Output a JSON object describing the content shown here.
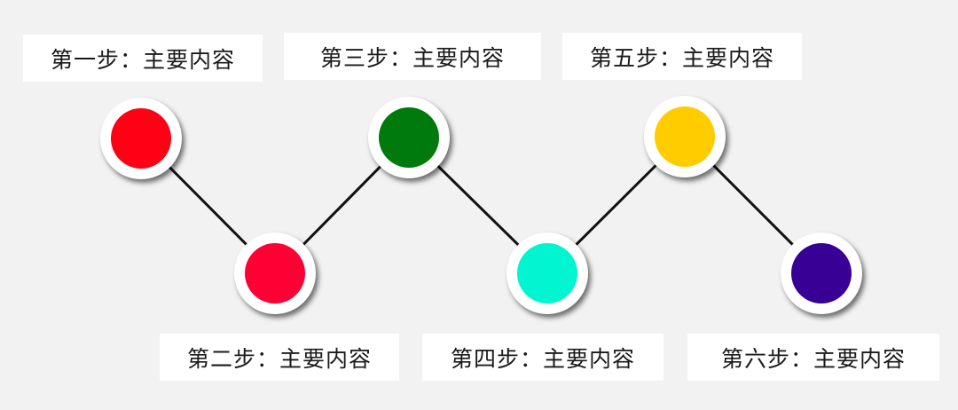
{
  "steps": [
    {
      "label": "第一步：主要内容",
      "color": "#ff0015"
    },
    {
      "label": "第二步：主要内容",
      "color": "#ff0035"
    },
    {
      "label": "第三步：主要内容",
      "color": "#007a0c"
    },
    {
      "label": "第四步：主要内容",
      "color": "#00f5d0"
    },
    {
      "label": "第五步：主要内容",
      "color": "#ffcc00"
    },
    {
      "label": "第六步：主要内容",
      "color": "#380095"
    }
  ]
}
